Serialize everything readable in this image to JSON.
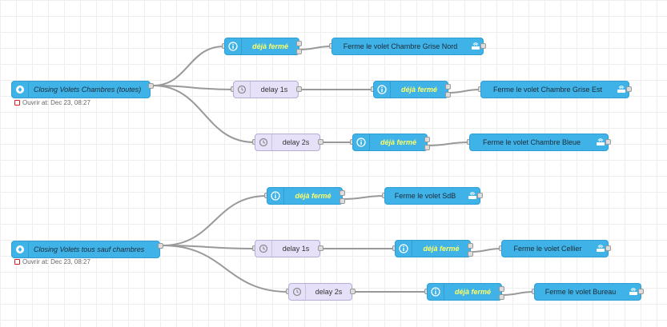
{
  "colors": {
    "node_blue": "#3fb2e8",
    "delay": "#e6e0f8",
    "wire": "#999999",
    "switch_text": "#ffff66",
    "status_red": "#d21f1f"
  },
  "flows": [
    {
      "inject": {
        "label": "Closing Volets Chambres (toutes)",
        "status": "Ouvrir at: Dec 23, 08:27",
        "icon": "inject-icon"
      },
      "switches": [
        {
          "label": "déjà fermé",
          "icon": "info-icon"
        },
        {
          "label": "déjà fermé",
          "icon": "info-icon"
        },
        {
          "label": "déjà fermé",
          "icon": "info-icon"
        }
      ],
      "delays": [
        {
          "label": "delay 1s",
          "icon": "timer-icon"
        },
        {
          "label": "delay 2s",
          "icon": "timer-icon"
        }
      ],
      "actions": [
        {
          "label": "Ferme le volet Chambre Grise Nord",
          "icon": "router-icon"
        },
        {
          "label": "Ferme le volet Chambre Grise Est",
          "icon": "router-icon"
        },
        {
          "label": "Ferme le volet Chambre Bleue",
          "icon": "router-icon"
        }
      ]
    },
    {
      "inject": {
        "label": "Closing Volets tous sauf chambres",
        "status": "Ouvrir at: Dec 23, 08:27",
        "icon": "inject-icon"
      },
      "switches": [
        {
          "label": "déjà fermé",
          "icon": "info-icon"
        },
        {
          "label": "déjà fermé",
          "icon": "info-icon"
        },
        {
          "label": "déjà fermé",
          "icon": "info-icon"
        }
      ],
      "delays": [
        {
          "label": "delay 1s",
          "icon": "timer-icon"
        },
        {
          "label": "delay 2s",
          "icon": "timer-icon"
        }
      ],
      "actions": [
        {
          "label": "Ferme le volet SdB",
          "icon": "router-icon"
        },
        {
          "label": "Ferme le volet Cellier",
          "icon": "router-icon"
        },
        {
          "label": "Ferme le volet Bureau",
          "icon": "router-icon"
        }
      ]
    }
  ]
}
